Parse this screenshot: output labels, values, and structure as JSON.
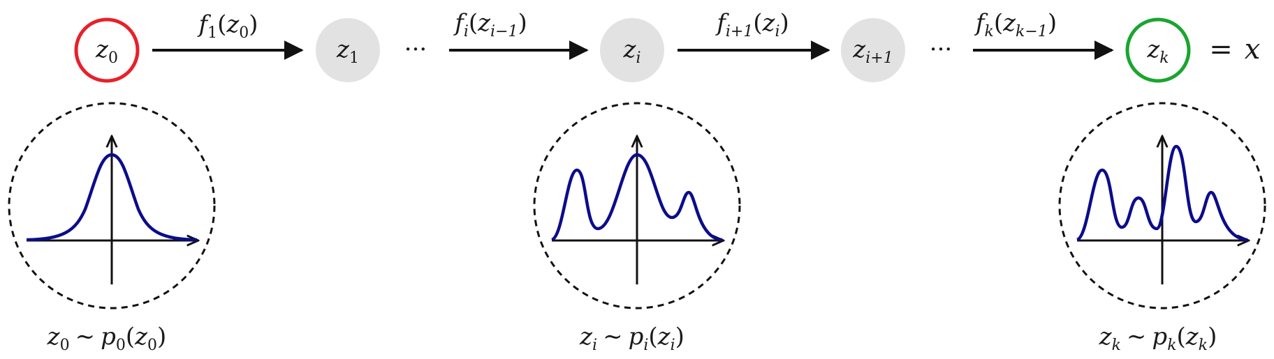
{
  "nodes": [
    {
      "id": "z0",
      "base": "z",
      "sub": "0",
      "style": "start"
    },
    {
      "id": "z1",
      "base": "z",
      "sub": "1",
      "style": "mid"
    },
    {
      "id": "zi",
      "base": "z",
      "sub": "i",
      "style": "mid"
    },
    {
      "id": "zi1",
      "base": "z",
      "sub": "i+1",
      "style": "mid"
    },
    {
      "id": "zk",
      "base": "z",
      "sub": "k",
      "style": "end"
    }
  ],
  "output_label": {
    "eq": "=",
    "var": "x"
  },
  "ellipsis": "···",
  "arrows": [
    {
      "f": "f",
      "fsub": "1",
      "arg": "z",
      "argsub": "0"
    },
    {
      "f": "f",
      "fsub": "i",
      "arg": "z",
      "argsub": "i−1"
    },
    {
      "f": "f",
      "fsub": "i+1",
      "arg": "z",
      "argsub": "i"
    },
    {
      "f": "f",
      "fsub": "k",
      "arg": "z",
      "argsub": "k−1"
    }
  ],
  "distributions": [
    {
      "label": {
        "z": "z",
        "zsub": "0",
        "sim": "∼",
        "p": "p",
        "psub": "0"
      }
    },
    {
      "label": {
        "z": "z",
        "zsub": "i",
        "sim": "∼",
        "p": "p",
        "psub": "i"
      }
    },
    {
      "label": {
        "z": "z",
        "zsub": "k",
        "sim": "∼",
        "p": "p",
        "psub": "k"
      }
    }
  ],
  "colors": {
    "start_border": "#e8202a",
    "end_border": "#1aa52f",
    "node_fill": "#e2e2e2",
    "curve": "#0c0c8c",
    "ink": "#111111"
  }
}
